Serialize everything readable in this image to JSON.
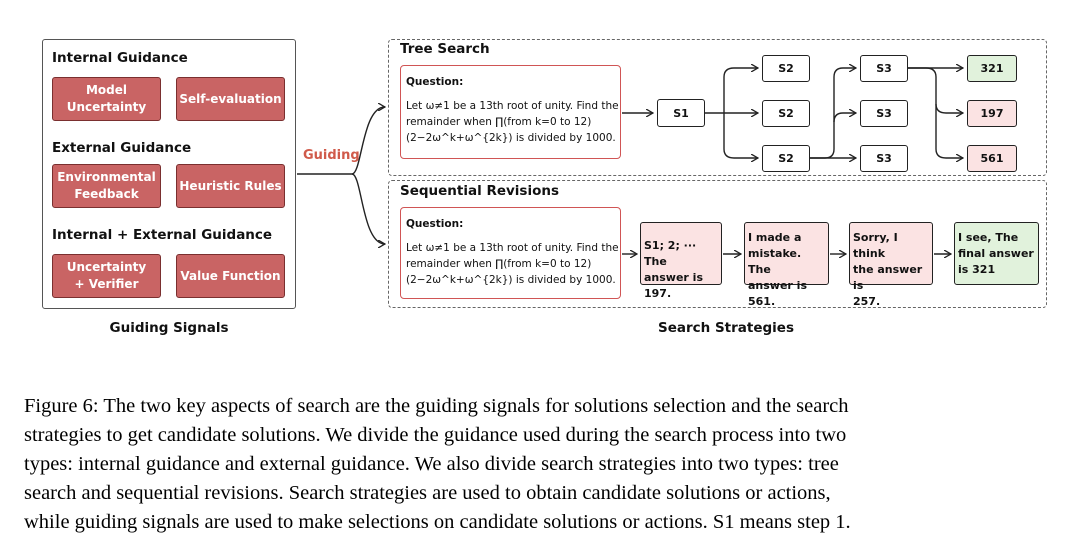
{
  "guiding_signals": {
    "internal": {
      "title": "Internal Guidance",
      "items": [
        {
          "line1": "Model",
          "line2": "Uncertainty"
        },
        {
          "line1": "Self-evaluation",
          "line2": ""
        }
      ]
    },
    "external": {
      "title": "External Guidance",
      "items": [
        {
          "line1": "Environmental",
          "line2": "Feedback"
        },
        {
          "line1": "Heuristic Rules",
          "line2": ""
        }
      ]
    },
    "combined": {
      "title": "Internal + External Guidance",
      "items": [
        {
          "line1": "Uncertainty",
          "line2": "+ Verifier"
        },
        {
          "line1": "Value Function",
          "line2": ""
        }
      ]
    },
    "label": "Guiding Signals"
  },
  "connector_label": "Guiding",
  "tree_search": {
    "title": "Tree Search",
    "question": {
      "title": "Question:",
      "lines": [
        "Let ω≠1 be a 13th root of unity. Find the",
        "remainder when ∏(from k=0 to 12)",
        "(2−2ω^k+ω^{2k}) is divided by 1000."
      ]
    },
    "s1": "S1",
    "s2": [
      "S2",
      "S2",
      "S2"
    ],
    "s3": [
      "S3",
      "S3",
      "S3"
    ],
    "results": [
      "321",
      "197",
      "561"
    ]
  },
  "sequential": {
    "title": "Sequential Revisions",
    "question": {
      "title": "Question:",
      "lines": [
        "Let ω≠1 be a 13th root of unity. Find the",
        "remainder when ∏(from k=0 to 12)",
        "(2−2ω^k+ω^{2k}) is divided by 1000."
      ]
    },
    "revisions": [
      {
        "lines": [
          "S1; 2; ··· The",
          "answer is 197."
        ]
      },
      {
        "lines": [
          "I made a",
          "mistake. The",
          "answer is 561."
        ]
      },
      {
        "lines": [
          "Sorry, I think",
          "the answer is",
          "257."
        ]
      },
      {
        "lines": [
          "I see, The",
          "final answer",
          "is 321"
        ]
      }
    ]
  },
  "search_label": "Search Strategies",
  "caption": [
    "Figure 6: The two key aspects of search are the guiding signals for solutions selection and the search",
    "strategies to get candidate solutions. We divide the guidance used during the search process into two",
    "types: internal guidance and external guidance. We also divide search strategies into two types: tree",
    "search and sequential revisions. Search strategies are used to obtain candidate solutions or actions,",
    "while guiding signals are used to make selections on candidate solutions or actions. S1 means step 1."
  ]
}
